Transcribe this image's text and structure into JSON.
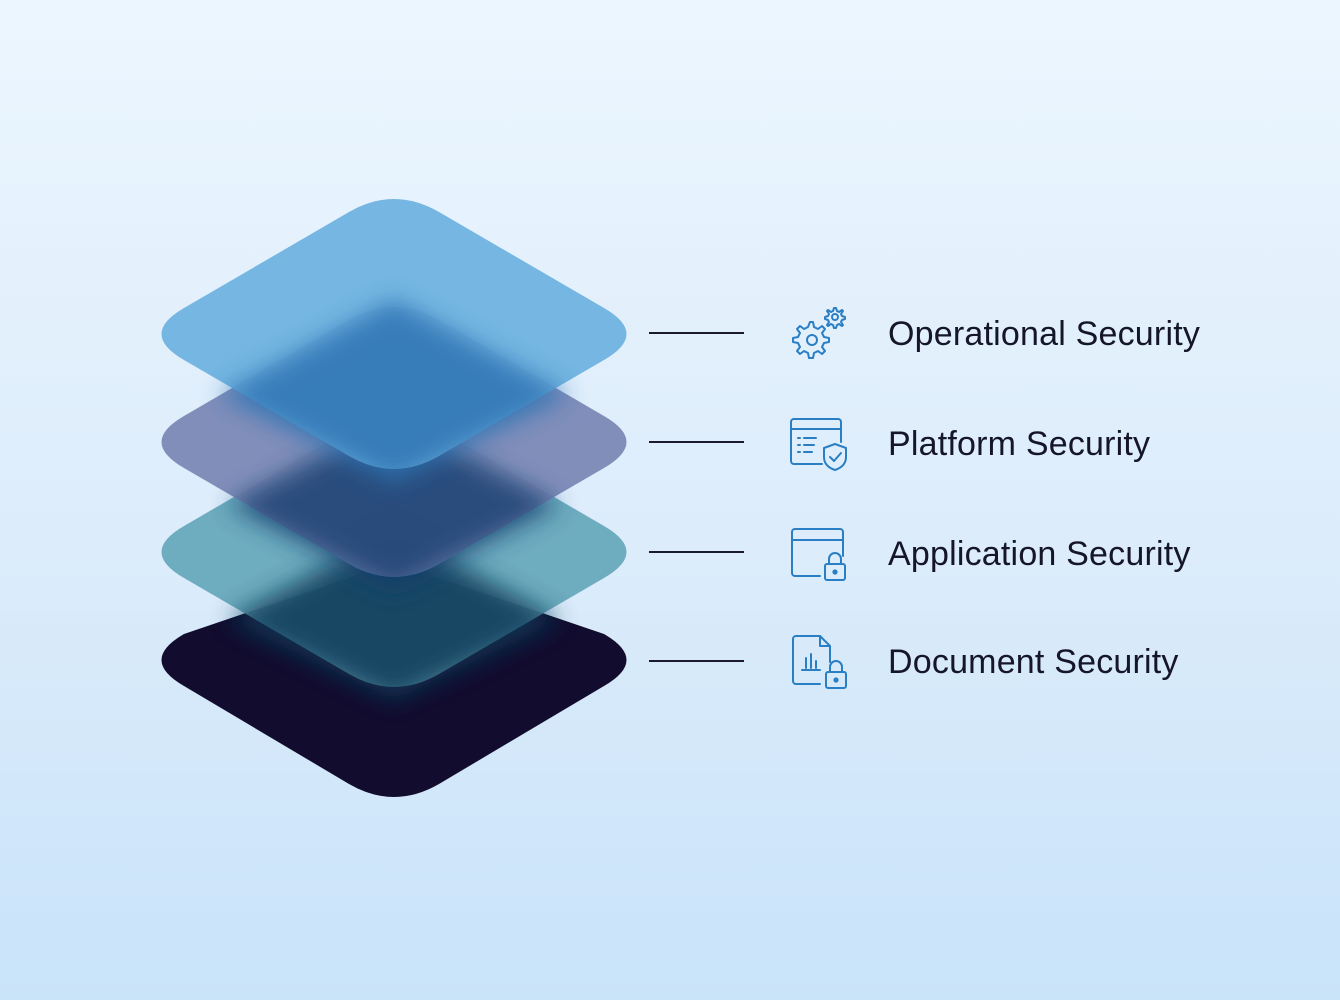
{
  "colors": {
    "background_top": "#ecf6fe",
    "background_bottom": "#c9e3f9",
    "icon_stroke": "#2a7fc4",
    "label_text": "#161629",
    "connector": "#1a1a2a"
  },
  "layers": [
    {
      "label": "Operational Security",
      "icon": "gears-icon",
      "fill": "#6fb2e0"
    },
    {
      "label": "Platform Security",
      "icon": "window-shield-icon",
      "fill": "#7a86b4"
    },
    {
      "label": "Application Security",
      "icon": "window-lock-icon",
      "fill": "#6aa8ba"
    },
    {
      "label": "Document Security",
      "icon": "document-lock-icon",
      "fill": "#120c2e"
    }
  ]
}
